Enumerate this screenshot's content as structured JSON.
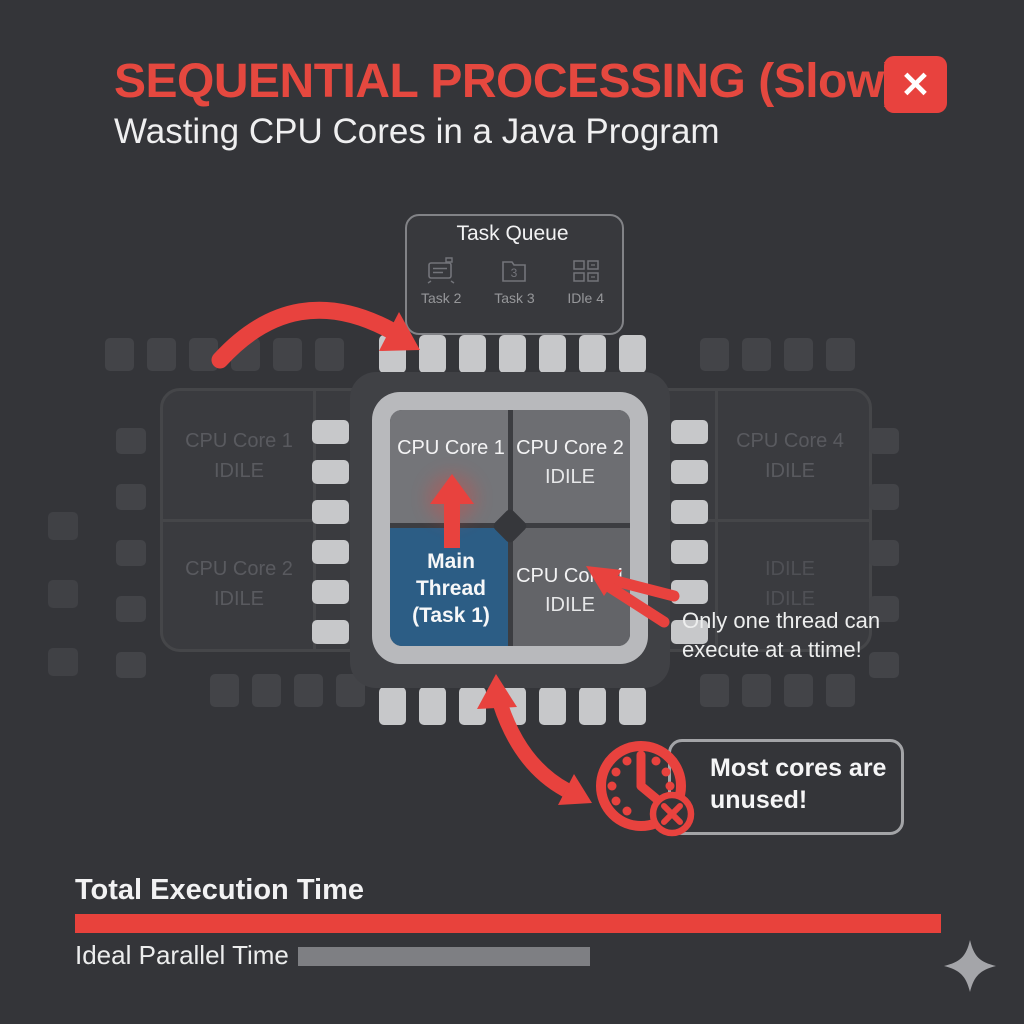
{
  "header": {
    "title": "SEQUENTIAL PROCESSING (Slow)",
    "subtitle": "Wasting CPU Cores in a Java Program",
    "error_badge": "✕"
  },
  "task_queue": {
    "title": "Task Queue",
    "items": [
      {
        "label": "Task 2",
        "icon": "task-document-icon"
      },
      {
        "label": "Task 3",
        "icon": "task-folder-icon",
        "icon_label": "3"
      },
      {
        "label": "IDle 4",
        "icon": "task-grid-icon"
      }
    ]
  },
  "chip": {
    "cores": {
      "core1": {
        "name": "CPU Core 1"
      },
      "core2": {
        "name": "CPU Core 2",
        "status": "IDILE"
      },
      "main": {
        "line1": "Main",
        "line2": "Thread",
        "line3": "(Task 1)"
      },
      "core4": {
        "name": "CPU Core 4",
        "status": "IDILE"
      }
    }
  },
  "ghost_chips": {
    "left": {
      "rows": [
        {
          "name": "CPU Core 1",
          "status": "IDILE"
        },
        {
          "name": "CPU Core 2",
          "status": "IDILE"
        }
      ]
    },
    "right": {
      "rows": [
        {
          "name": "CPU Core 4",
          "status": "IDILE"
        },
        {
          "name": "IDILE",
          "status": "IDILE"
        }
      ]
    }
  },
  "notes": {
    "thread_note": {
      "line1": "Only one thread can",
      "line2": "execute at a ttime!"
    },
    "cores_note": {
      "line1": "Most cores are",
      "line2": "unused!"
    }
  },
  "timeline": {
    "total_label": "Total Execution Time",
    "ideal_label": "Ideal Parallel Time",
    "total_fraction": 1.0,
    "ideal_fraction": 0.34
  },
  "colors": {
    "background": "#343539",
    "accent_red": "#e8423e",
    "title_red": "#e5483f",
    "core_blue": "#2c5d85",
    "chip_frame_gray": "#b8b9bc",
    "idle_bar_gray": "#7e7f83",
    "callout_border_gray": "#a3a4a7",
    "sparkle_gray": "#a4a5a9"
  }
}
